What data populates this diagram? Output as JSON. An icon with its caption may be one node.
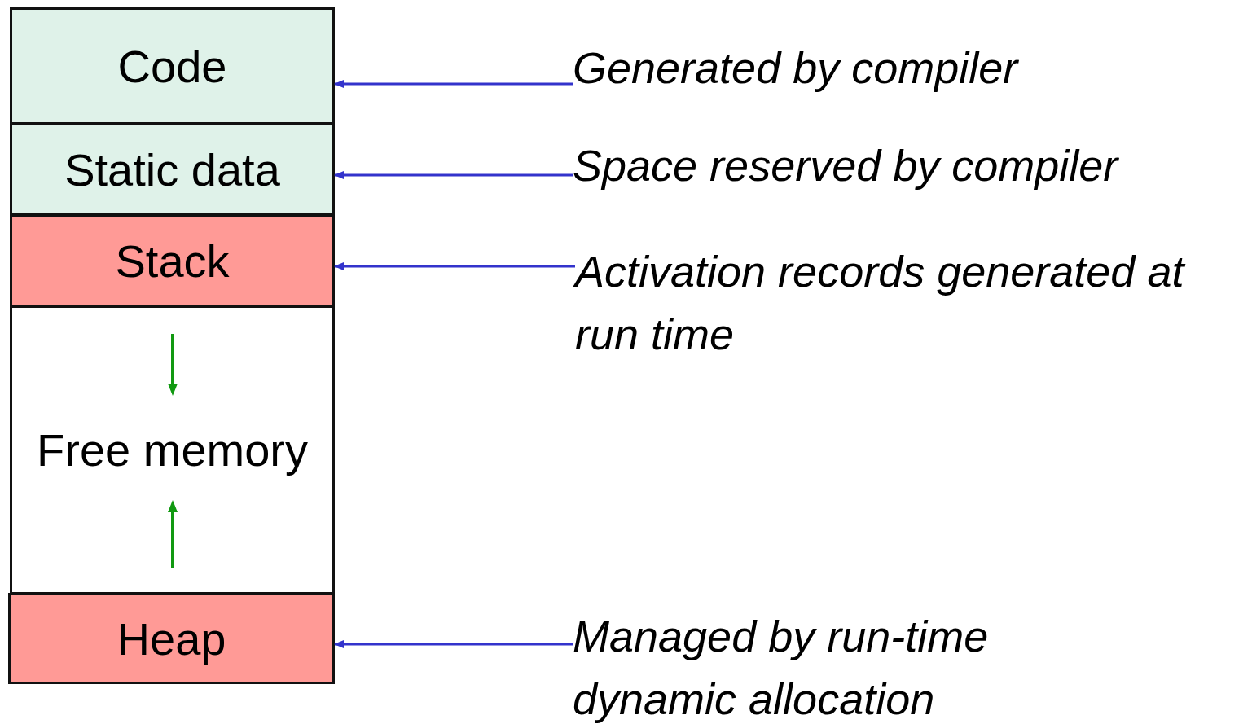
{
  "diagram": {
    "nodes": [
      {
        "text": [
          "Code"
        ]
      },
      {
        "text": [
          "Static data"
        ]
      },
      {
        "text": [
          "Stack"
        ]
      },
      {
        "text": [
          "Free memory"
        ]
      },
      {
        "text": [
          "Heap"
        ]
      },
      {
        "text": [
          "Generated by compiler"
        ]
      },
      {
        "text": [
          "Space reserved by compiler"
        ]
      },
      {
        "text": [
          "Activation records generated at run time"
        ]
      },
      {
        "text": [
          "Managed by run-time dynamic allocation"
        ]
      }
    ],
    "edges": [
      {
        "from": 5,
        "to": 0,
        "arrow": "to"
      },
      {
        "from": 6,
        "to": 1,
        "arrow": "to"
      },
      {
        "from": 7,
        "to": 2,
        "arrow": "to"
      },
      {
        "from": 8,
        "to": 4,
        "arrow": "to"
      }
    ]
  }
}
